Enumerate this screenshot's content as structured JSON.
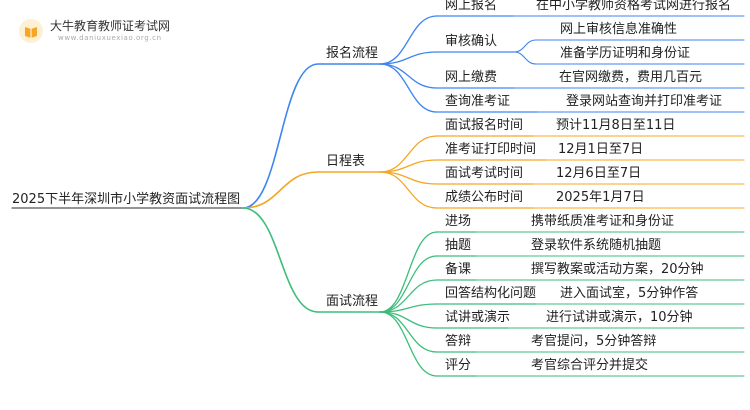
{
  "brand": {
    "title": "大牛教育教师证考试网",
    "url": "www.daniuxuexiao.org.cn"
  },
  "colors": {
    "blue": "#3d86f0",
    "orange": "#f5a623",
    "green": "#3cbd7a",
    "root_line": "#555555"
  },
  "root": {
    "label": "2025下半年深圳市小学教资面试流程图"
  },
  "branches": [
    {
      "label": "报名流程",
      "color": "blue",
      "children": [
        {
          "label": "网上报名",
          "children": [
            "在中小学教师资格考试网进行报名"
          ]
        },
        {
          "label": "审核确认",
          "children": [
            "网上审核信息准确性",
            "准备学历证明和身份证"
          ]
        },
        {
          "label": "网上缴费",
          "children": [
            "在官网缴费，费用几百元"
          ]
        },
        {
          "label": "查询准考证",
          "children": [
            "登录网站查询并打印准考证"
          ]
        }
      ]
    },
    {
      "label": "日程表",
      "color": "orange",
      "children": [
        {
          "label": "面试报名时间",
          "children": [
            "预计11月8日至11日"
          ]
        },
        {
          "label": "准考证打印时间",
          "children": [
            "12月1日至7日"
          ]
        },
        {
          "label": "面试考试时间",
          "children": [
            "12月6日至7日"
          ]
        },
        {
          "label": "成绩公布时间",
          "children": [
            "2025年1月7日"
          ]
        }
      ]
    },
    {
      "label": "面试流程",
      "color": "green",
      "children": [
        {
          "label": "进场",
          "children": [
            "携带纸质准考证和身份证"
          ]
        },
        {
          "label": "抽题",
          "children": [
            "登录软件系统随机抽题"
          ]
        },
        {
          "label": "备课",
          "children": [
            "撰写教案或活动方案，20分钟"
          ]
        },
        {
          "label": "回答结构化问题",
          "children": [
            "进入面试室，5分钟作答"
          ]
        },
        {
          "label": "试讲或演示",
          "children": [
            "进行试讲或演示，10分钟"
          ]
        },
        {
          "label": "答辩",
          "children": [
            "考官提问，5分钟答辩"
          ]
        },
        {
          "label": "评分",
          "children": [
            "考官综合评分并提交"
          ]
        }
      ]
    }
  ]
}
